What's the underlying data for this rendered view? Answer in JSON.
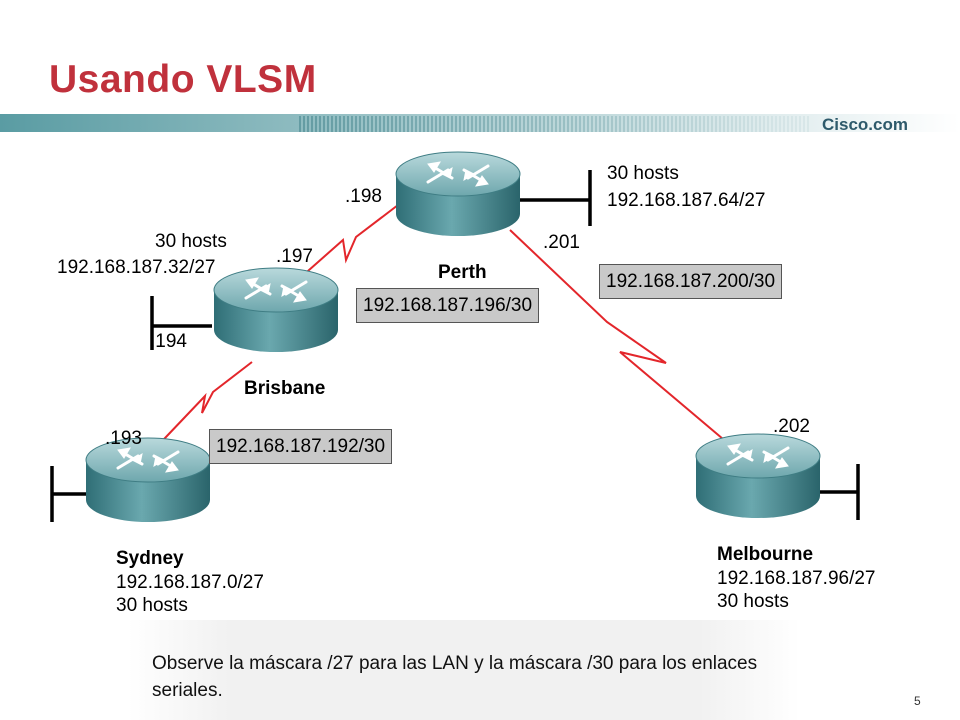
{
  "header": {
    "title": "Usando VLSM",
    "brand": "Cisco.com"
  },
  "routers": {
    "perth": {
      "name": "Perth",
      "lan_hosts": "30 hosts",
      "lan_net": "192.168.187.64/27",
      "if_left": ".198",
      "if_right": ".201"
    },
    "brisbane": {
      "name": "Brisbane",
      "lan_hosts": "30 hosts",
      "lan_net": "192.168.187.32/27",
      "if_top": ".197",
      "if_lan": ".194"
    },
    "sydney": {
      "name": "Sydney",
      "lan_net": "192.168.187.0/27",
      "lan_hosts": "30 hosts",
      "if_top": ".193"
    },
    "melbourne": {
      "name": "Melbourne",
      "lan_net": "192.168.187.96/27",
      "lan_hosts": "30 hosts",
      "if_top": ".202"
    }
  },
  "links": {
    "perth_brisbane": "192.168.187.196/30",
    "perth_melbourne": "192.168.187.200/30",
    "brisbane_sydney": "192.168.187.192/30"
  },
  "footer": {
    "caption": "Observe la máscara /27 para las LAN y la máscara /30 para los enlaces seriales.",
    "page_number": "5"
  },
  "colors": {
    "title": "#c0313c",
    "serial_link": "#e3262b",
    "router_body": "#4e8f96",
    "banner": "#3a7d86"
  }
}
